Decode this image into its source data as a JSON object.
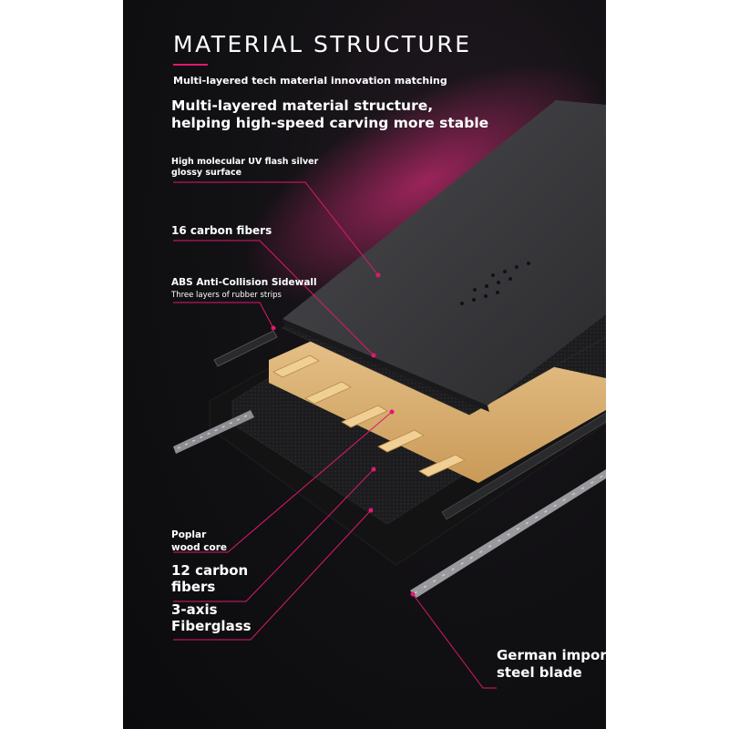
{
  "header": {
    "title": "MATERIAL STRUCTURE",
    "subtitle": "Multi-layered tech material innovation matching",
    "headline_line1": "Multi-layered material structure,",
    "headline_line2": "helping high-speed carving more stable"
  },
  "labels": {
    "surface_line1": "High molecular UV flash silver",
    "surface_line2": "glossy surface",
    "carbon16": "16 carbon fibers",
    "sidewall": "ABS Anti-Collision Sidewall",
    "sidewall_sub": "Three layers of rubber strips",
    "poplar_line1": "Poplar",
    "poplar_line2": "wood core",
    "carbon12_line1": "12 carbon",
    "carbon12_line2": "fibers",
    "fiberglass_line1": "3-axis",
    "fiberglass_line2": "Fiberglass",
    "blade_line1": "German import",
    "blade_line2": "steel blade"
  },
  "colors": {
    "background": "#0e0d10",
    "accent": "#e0186f",
    "text": "#ffffff",
    "wood": "#d9b27a",
    "topsheet": "#3a3a3d"
  }
}
